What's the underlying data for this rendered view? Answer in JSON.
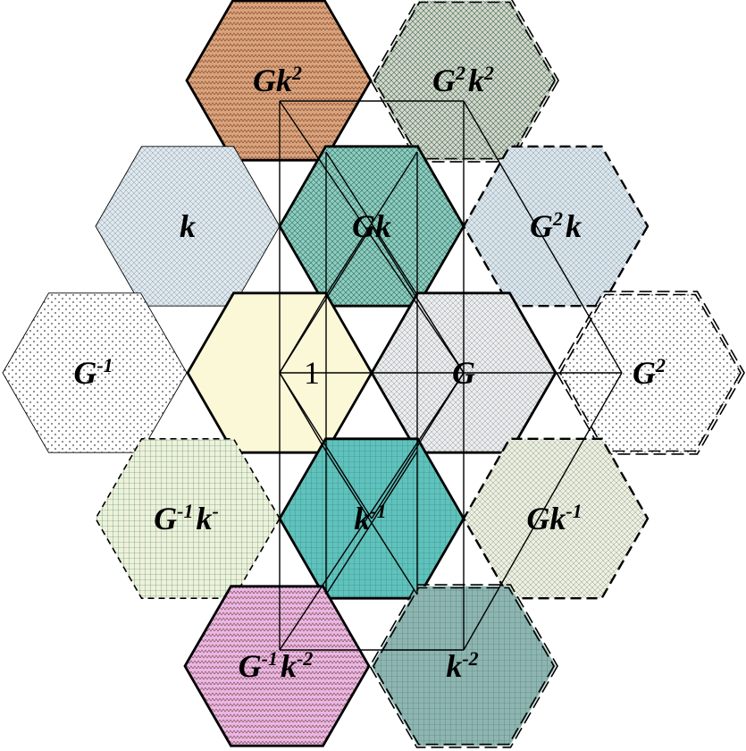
{
  "hexagons": [
    {
      "id": "Gk2",
      "label": {
        "base": "Gk",
        "sup": "2"
      },
      "fill": "#d9a47a",
      "pattern": "zigzag",
      "border": "solid-thick"
    },
    {
      "id": "G2k2",
      "label": {
        "base": "G",
        "sup": "2",
        "base2": "k",
        "sup2": "2"
      },
      "fill": "#d8d8c8",
      "pattern": "crosshatch",
      "border": "double-dashed"
    },
    {
      "id": "k",
      "label": {
        "base": "k"
      },
      "fill": "#dfe8ee",
      "pattern": "crosshatch-light",
      "border": "thin"
    },
    {
      "id": "Gk",
      "label": {
        "base": "Gk"
      },
      "fill": "#8ccfc0",
      "pattern": "crosshatch",
      "border": "solid-thick"
    },
    {
      "id": "G2k",
      "label": {
        "base": "G",
        "sup": "2",
        "base2": "k"
      },
      "fill": "#dbe6ec",
      "pattern": "crosshatch-light",
      "border": "dashed-thick"
    },
    {
      "id": "Ginv",
      "label": {
        "base": "G",
        "sup": "-1"
      },
      "fill": "#ffffff",
      "pattern": "dots",
      "border": "thin"
    },
    {
      "id": "one",
      "label": {
        "base": "1"
      },
      "fill": "#fbf8d8",
      "pattern": "none",
      "border": "solid-thick"
    },
    {
      "id": "G",
      "label": {
        "base": "G"
      },
      "fill": "#ededed",
      "pattern": "crosshatch-light",
      "border": "solid-thick"
    },
    {
      "id": "G2",
      "label": {
        "base": "G",
        "sup": "2"
      },
      "fill": "#ffffff",
      "pattern": "dots",
      "border": "double-dashed"
    },
    {
      "id": "Ginvk",
      "label": {
        "base": "G",
        "sup": "-1",
        "base2": "k",
        "sup2": "-"
      },
      "fill": "#eef2d8",
      "pattern": "grid",
      "border": "dashed"
    },
    {
      "id": "kinv",
      "label": {
        "base": "k",
        "sup": "-1"
      },
      "fill": "#5fc3bd",
      "pattern": "grid",
      "border": "solid-thick"
    },
    {
      "id": "Gkinv",
      "label": {
        "base": "Gk",
        "sup": "-1"
      },
      "fill": "#eef0dc",
      "pattern": "crosshatch-light",
      "border": "dashed-thick"
    },
    {
      "id": "Ginvk2",
      "label": {
        "base": "G",
        "sup": "-1",
        "base2": "k",
        "sup2": "-2"
      },
      "fill": "#e8b8e6",
      "pattern": "zigzag",
      "border": "solid-thick"
    },
    {
      "id": "k2inv",
      "label": {
        "base": "k",
        "sup": "-2"
      },
      "fill": "#8fb5b0",
      "pattern": "grid",
      "border": "double-dashed"
    }
  ]
}
